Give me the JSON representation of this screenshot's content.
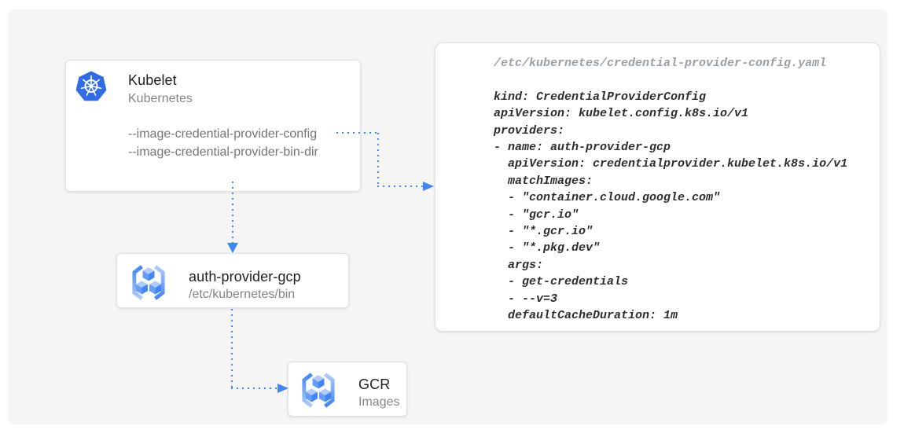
{
  "kubelet_card": {
    "icon": "kubernetes-icon",
    "title": "Kubelet",
    "subtitle": "Kubernetes",
    "flags": [
      "--image-credential-provider-config",
      "--image-credential-provider-bin-dir"
    ]
  },
  "auth_provider_card": {
    "icon": "container-registry-icon",
    "title": "auth-provider-gcp",
    "subtitle": "/etc/kubernetes/bin"
  },
  "gcr_card": {
    "icon": "container-registry-icon",
    "title": "GCR",
    "subtitle": "Images"
  },
  "config_file": {
    "path": "/etc/kubernetes/credential-provider-config.yaml",
    "lines": [
      "kind: CredentialProviderConfig",
      "apiVersion: kubelet.config.k8s.io/v1",
      "providers:",
      "- name: auth-provider-gcp",
      "  apiVersion: credentialprovider.kubelet.k8s.io/v1",
      "  matchImages:",
      "  - \"container.cloud.google.com\"",
      "  - \"gcr.io\"",
      "  - \"*.gcr.io\"",
      "  - \"*.pkg.dev\"",
      "  args:",
      "  - get-credentials",
      "  - --v=3",
      "  defaultCacheDuration: 1m"
    ]
  },
  "colors": {
    "arrow_blue": "#4285f4",
    "kubernetes_blue": "#326ce5",
    "canvas_gray": "#f5f5f6"
  }
}
